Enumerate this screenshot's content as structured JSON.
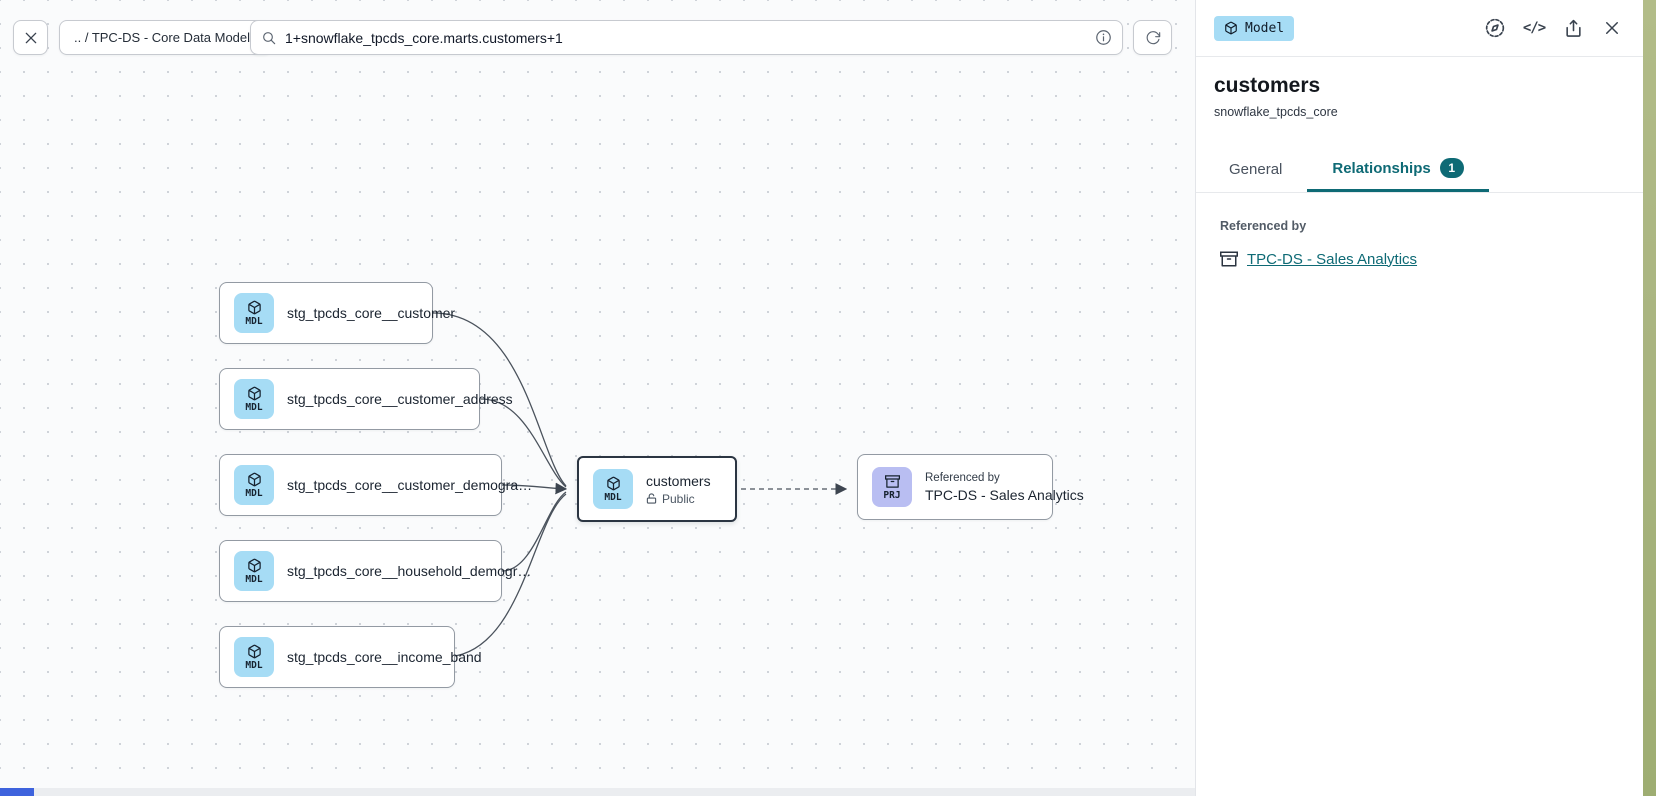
{
  "colors": {
    "accent-teal": "#0e6a75",
    "model-blue": "#a6dcf5",
    "project-purple": "#b9bef2",
    "scroll-thumb-blue": "#3e63dd",
    "desktop-strip-green": "#a9b480"
  },
  "toolbar": {
    "breadcrumb": ".. / TPC-DS - Core Data Models",
    "search_value": "1+snowflake_tpcds_core.marts.customers+1"
  },
  "canvas": {
    "upstream_nodes": [
      {
        "badge": "MDL",
        "label": "stg_tpcds_core__customer"
      },
      {
        "badge": "MDL",
        "label": "stg_tpcds_core__customer_address"
      },
      {
        "badge": "MDL",
        "label": "stg_tpcds_core__customer_demogra…"
      },
      {
        "badge": "MDL",
        "label": "stg_tpcds_core__household_demogr…"
      },
      {
        "badge": "MDL",
        "label": "stg_tpcds_core__income_band"
      }
    ],
    "selected_node": {
      "badge": "MDL",
      "label": "customers",
      "access": "Public"
    },
    "reference_node": {
      "badge": "PRJ",
      "kicker": "Referenced by",
      "label": "TPC-DS - Sales Analytics"
    }
  },
  "panel": {
    "type_badge": "Model",
    "title": "customers",
    "subtitle": "snowflake_tpcds_core",
    "tabs": [
      {
        "label": "General"
      },
      {
        "label": "Relationships",
        "count": "1"
      }
    ],
    "referenced_by": {
      "heading": "Referenced by",
      "link": "TPC-DS - Sales Analytics"
    }
  }
}
